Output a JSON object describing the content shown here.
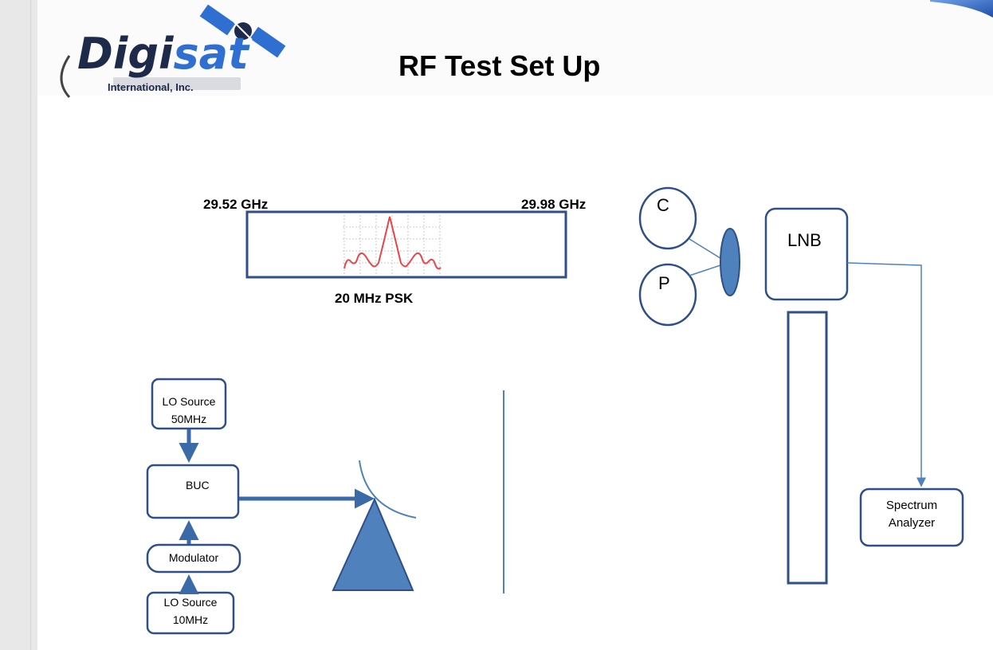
{
  "logo": {
    "brand_dark": "Digi",
    "brand_blue": "sat",
    "tagline": "International, Inc."
  },
  "slide_title": "RF Test Set Up",
  "spectrum": {
    "freq_left": "29.52 GHz",
    "freq_right": "29.98 GHz",
    "caption": "20 MHz PSK"
  },
  "blocks": {
    "lo_source_top": [
      "LO Source",
      "50MHz"
    ],
    "buc": "BUC",
    "modulator": "Modulator",
    "lo_source_bottom": [
      "LO Source",
      "10MHz"
    ],
    "probe_c": "C",
    "probe_p": "P",
    "lnb": "LNB",
    "spectrum_analyzer": [
      "Spectrum",
      "Analyzer"
    ]
  },
  "colors": {
    "accent_blue": "#4f81bd",
    "outline_blue": "#2f4f87",
    "spectrum_red": "#e8454a",
    "logo_dark": "#1e2a4a",
    "logo_blue": "#2e6fd1"
  }
}
